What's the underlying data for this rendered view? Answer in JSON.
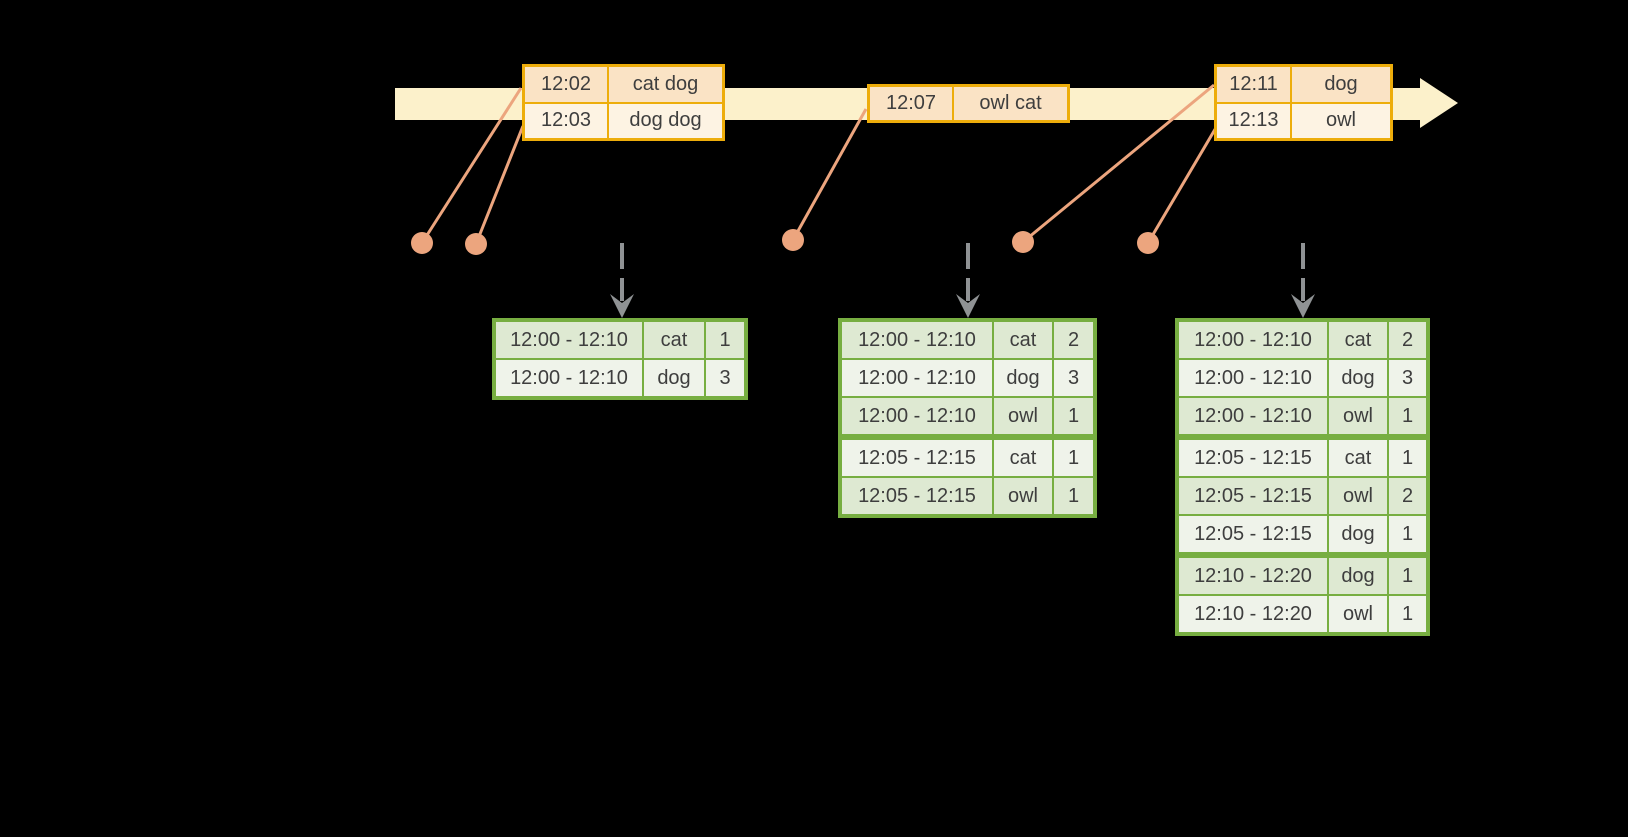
{
  "colors": {
    "background": "#000000",
    "timeline": "#FCF1CB",
    "event_border": "#EDAD0B",
    "event_row_dark": "#FAE3C5",
    "event_row_light": "#FDF3E3",
    "dot": "#ECA57E",
    "result_border": "#77AE41",
    "result_row_dark": "#DEE9D2",
    "result_row_light": "#EFF3EA",
    "arrow_gray": "#8F9294",
    "text": "#3E3E3E"
  },
  "event_tables": [
    {
      "rows": [
        {
          "time": "12:02",
          "words": "cat dog"
        },
        {
          "time": "12:03",
          "words": "dog dog"
        }
      ]
    },
    {
      "rows": [
        {
          "time": "12:07",
          "words": "owl cat"
        }
      ]
    },
    {
      "rows": [
        {
          "time": "12:11",
          "words": "dog"
        },
        {
          "time": "12:13",
          "words": "owl"
        }
      ]
    }
  ],
  "result_tables": [
    {
      "rows": [
        {
          "window": "12:00 - 12:10",
          "word": "cat",
          "count": "1"
        },
        {
          "window": "12:00 - 12:10",
          "word": "dog",
          "count": "3"
        }
      ]
    },
    {
      "rows": [
        {
          "window": "12:00 - 12:10",
          "word": "cat",
          "count": "2"
        },
        {
          "window": "12:00 - 12:10",
          "word": "dog",
          "count": "3"
        },
        {
          "window": "12:00 - 12:10",
          "word": "owl",
          "count": "1"
        },
        {
          "window": "12:05 - 12:15",
          "word": "cat",
          "count": "1"
        },
        {
          "window": "12:05 - 12:15",
          "word": "owl",
          "count": "1"
        }
      ]
    },
    {
      "rows": [
        {
          "window": "12:00 - 12:10",
          "word": "cat",
          "count": "2"
        },
        {
          "window": "12:00 - 12:10",
          "word": "dog",
          "count": "3"
        },
        {
          "window": "12:00 - 12:10",
          "word": "owl",
          "count": "1"
        },
        {
          "window": "12:05 - 12:15",
          "word": "cat",
          "count": "1"
        },
        {
          "window": "12:05 - 12:15",
          "word": "owl",
          "count": "2"
        },
        {
          "window": "12:05 - 12:15",
          "word": "dog",
          "count": "1"
        },
        {
          "window": "12:10 - 12:20",
          "word": "dog",
          "count": "1"
        },
        {
          "window": "12:10 - 12:20",
          "word": "owl",
          "count": "1"
        }
      ]
    }
  ]
}
